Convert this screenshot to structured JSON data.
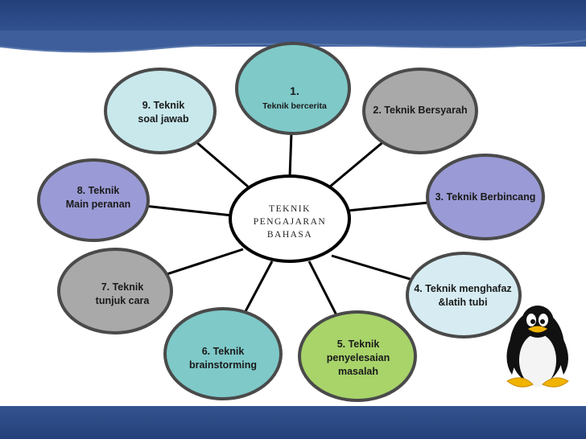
{
  "diagram": {
    "center": {
      "label": "TEKNIK\nPENGAJARAN\nBAHASA"
    },
    "nodes": [
      {
        "id": "n1",
        "num": "1.",
        "label": "Teknik bercerita",
        "fill": "#7fc9c9"
      },
      {
        "id": "n2",
        "label": "2. Teknik Bersyarah",
        "fill": "#a9a9a9"
      },
      {
        "id": "n3",
        "label": "3. Teknik Berbincang",
        "fill": "#9a9ad6"
      },
      {
        "id": "n4",
        "label": "4. Teknik menghafaz\n&latih tubi",
        "fill": "#d6ecf2"
      },
      {
        "id": "n5",
        "label": "5. Teknik\npenyelesaian\nmasalah",
        "fill": "#a8d46a"
      },
      {
        "id": "n6",
        "label": "6. Teknik\nbrainstorming",
        "fill": "#7fc9c9"
      },
      {
        "id": "n7",
        "label": "7. Teknik\ntunjuk cara",
        "fill": "#a9a9a9"
      },
      {
        "id": "n8",
        "label": "8. Teknik\nMain peranan",
        "fill": "#9a9ad6"
      },
      {
        "id": "n9",
        "label": "9. Teknik\nsoal jawab",
        "fill": "#c8e8ec"
      }
    ]
  },
  "theme": {
    "band": "#2f4f8d",
    "line": "#000000"
  }
}
